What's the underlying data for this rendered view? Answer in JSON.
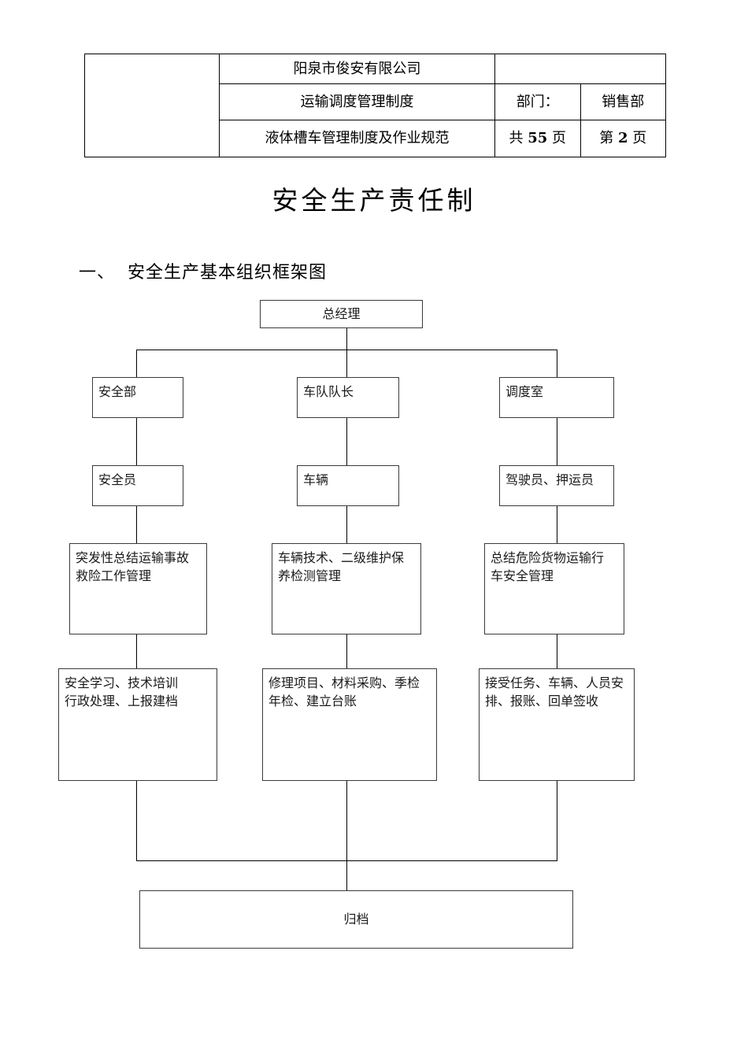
{
  "header_table": {
    "logo_cell": "",
    "rows": [
      {
        "main": "阳泉市俊安有限公司",
        "right_merged": ""
      },
      {
        "main": "运输调度管理制度",
        "c3": "部门：",
        "c4": "销售部"
      },
      {
        "main": "液体槽车管理制度及作业规范",
        "c3_pre": "共",
        "c3_num": "55",
        "c3_post": "页",
        "c4_pre": "第",
        "c4_num": "2",
        "c4_post": "页"
      }
    ]
  },
  "document": {
    "title": "安全生产责任制",
    "section_heading": "一、  安全生产基本组织框架图"
  },
  "org_chart": {
    "root": "总经理",
    "level2": [
      "安全部",
      "车队队长",
      "调度室"
    ],
    "level3": [
      "安全员",
      "车辆",
      "驾驶员、押运员"
    ],
    "level4": [
      "突发性总结运输事故\n救险工作管理",
      "车辆技术、二级维护保\n养检测管理",
      "总结危险货物运输行\n车安全管理"
    ],
    "level5": [
      "安全学习、技术培训\n行政处理、上报建档",
      "修理项目、材料采购、季检\n年检、建立台账",
      "接受任务、车辆、人员安\n排、报账、回单签收"
    ],
    "footer_node": "归档"
  },
  "colors": {
    "page_background": "#ffffff",
    "text": "#000000",
    "box_border": "#3a3a3a",
    "connector": "#000000"
  }
}
